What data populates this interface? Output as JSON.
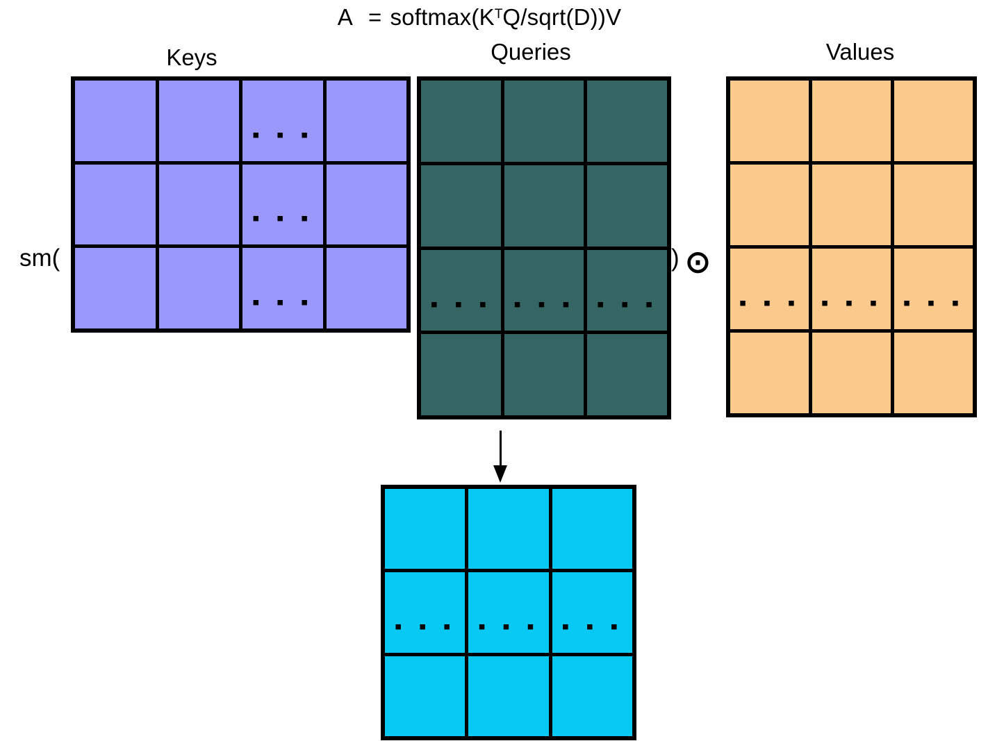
{
  "title": {
    "lhs": "A",
    "eq": "=",
    "pre": "softmax(K",
    "sup": "T",
    "post": "Q/sqrt(D))V"
  },
  "operators": {
    "softmax_short_open": "sm(",
    "close_paren": ")",
    "odot": "⊙"
  },
  "dots": {
    "glyph": "▪ ▪ ▪"
  },
  "matrices": {
    "keys": {
      "label": "Keys",
      "rows": 3,
      "cols": 4,
      "fill": "#9A99FB"
    },
    "queries": {
      "label": "Queries",
      "rows": 4,
      "cols": 3,
      "fill": "#356664"
    },
    "values": {
      "label": "Values",
      "rows": 4,
      "cols": 3,
      "fill": "#FBC98C"
    },
    "result": {
      "rows": 3,
      "cols": 3,
      "fill": "#07C9F3"
    }
  }
}
